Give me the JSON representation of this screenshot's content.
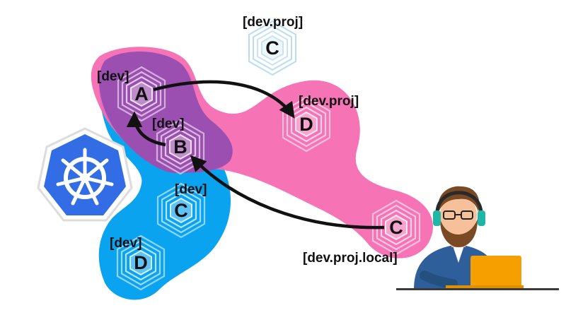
{
  "colors": {
    "dev_blob": "#0aa3f0",
    "proj_blob": "#f56bb2",
    "overlap": "#9b4fb0",
    "k8s_blue": "#326de6",
    "arrow": "#111111"
  },
  "nodes": [
    {
      "id": "A",
      "letter": "A",
      "tag": "[dev]"
    },
    {
      "id": "B",
      "letter": "B",
      "tag": "[dev]"
    },
    {
      "id": "C_dev",
      "letter": "C",
      "tag": "[dev]"
    },
    {
      "id": "D_dev",
      "letter": "D",
      "tag": "[dev]"
    },
    {
      "id": "C_proj",
      "letter": "C",
      "tag": "[dev.proj]"
    },
    {
      "id": "D_proj",
      "letter": "D",
      "tag": "[dev.proj]"
    },
    {
      "id": "C_local",
      "letter": "C",
      "tag": "[dev.proj.local]"
    }
  ],
  "edges": [
    {
      "from": "A",
      "to": "D_proj"
    },
    {
      "from": "B",
      "to": "A"
    },
    {
      "from": "C_local",
      "to": "B"
    }
  ],
  "icons": {
    "kubernetes": "kubernetes-icon",
    "developer": "developer-at-laptop-icon"
  }
}
